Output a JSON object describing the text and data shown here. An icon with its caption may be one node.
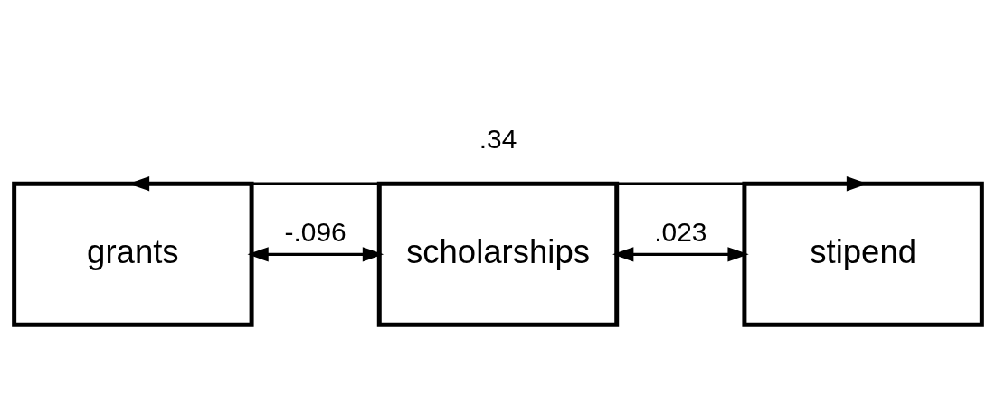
{
  "diagram": {
    "nodes": [
      {
        "text": [
          "grants"
        ]
      },
      {
        "text": [
          "scholarships"
        ]
      },
      {
        "text": [
          "stipend"
        ]
      }
    ],
    "edges": [
      {
        "from": 0,
        "to": 2,
        "arrow": "both",
        "label": ".34"
      },
      {
        "from": 0,
        "to": 1,
        "arrow": "both",
        "label": "-.096"
      },
      {
        "from": 1,
        "to": 2,
        "arrow": "both",
        "label": ".023"
      }
    ]
  }
}
